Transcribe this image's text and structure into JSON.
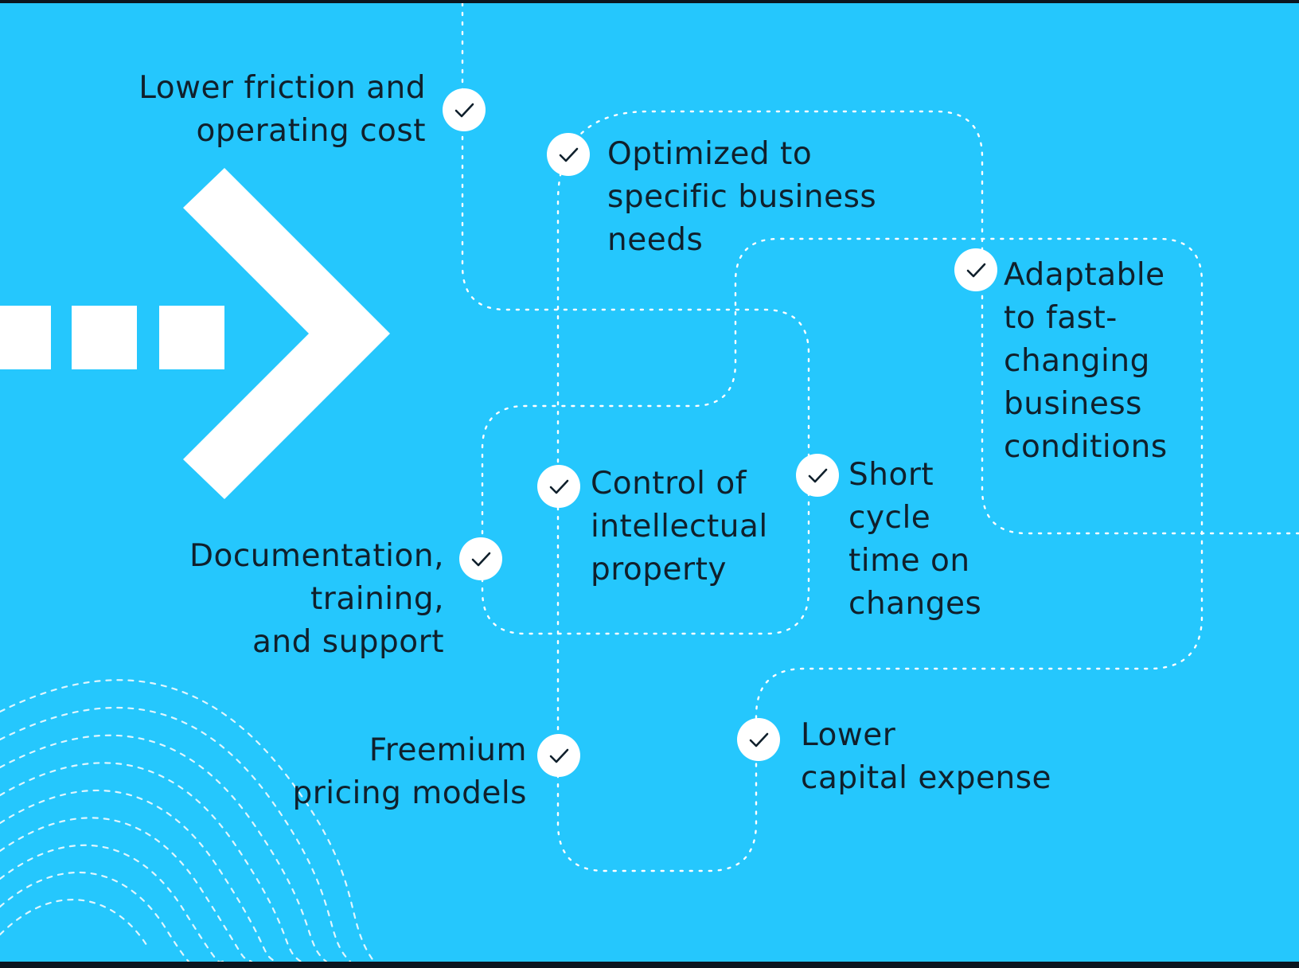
{
  "colors": {
    "background": "#25c7fd",
    "frame": "#0b1620",
    "path_stroke": "#ffffff",
    "text": "#10202c",
    "badge": "#ffffff"
  },
  "icons": {
    "hero": "chevron-right-arrow-icon",
    "badge": "checkmark-icon",
    "path": "dotted-arrow-path",
    "decoration": "arrow-wave-pattern"
  },
  "benefits": [
    {
      "id": "lower-friction",
      "lines": [
        "Lower friction and",
        "operating cost"
      ]
    },
    {
      "id": "optimized",
      "lines": [
        "Optimized to",
        "specific business",
        "needs"
      ]
    },
    {
      "id": "adaptable",
      "lines": [
        "Adaptable",
        "to fast-",
        "changing",
        "business",
        "conditions"
      ]
    },
    {
      "id": "control-ip",
      "lines": [
        "Control of",
        "intellectual",
        "property"
      ]
    },
    {
      "id": "short-cycle",
      "lines": [
        "Short",
        "cycle",
        "time on",
        "changes"
      ]
    },
    {
      "id": "documentation",
      "lines": [
        "Documentation,",
        "training,",
        "and support"
      ]
    },
    {
      "id": "freemium",
      "lines": [
        "Freemium",
        "pricing models"
      ]
    },
    {
      "id": "lower-capex",
      "lines": [
        "Lower",
        "capital expense"
      ]
    }
  ]
}
